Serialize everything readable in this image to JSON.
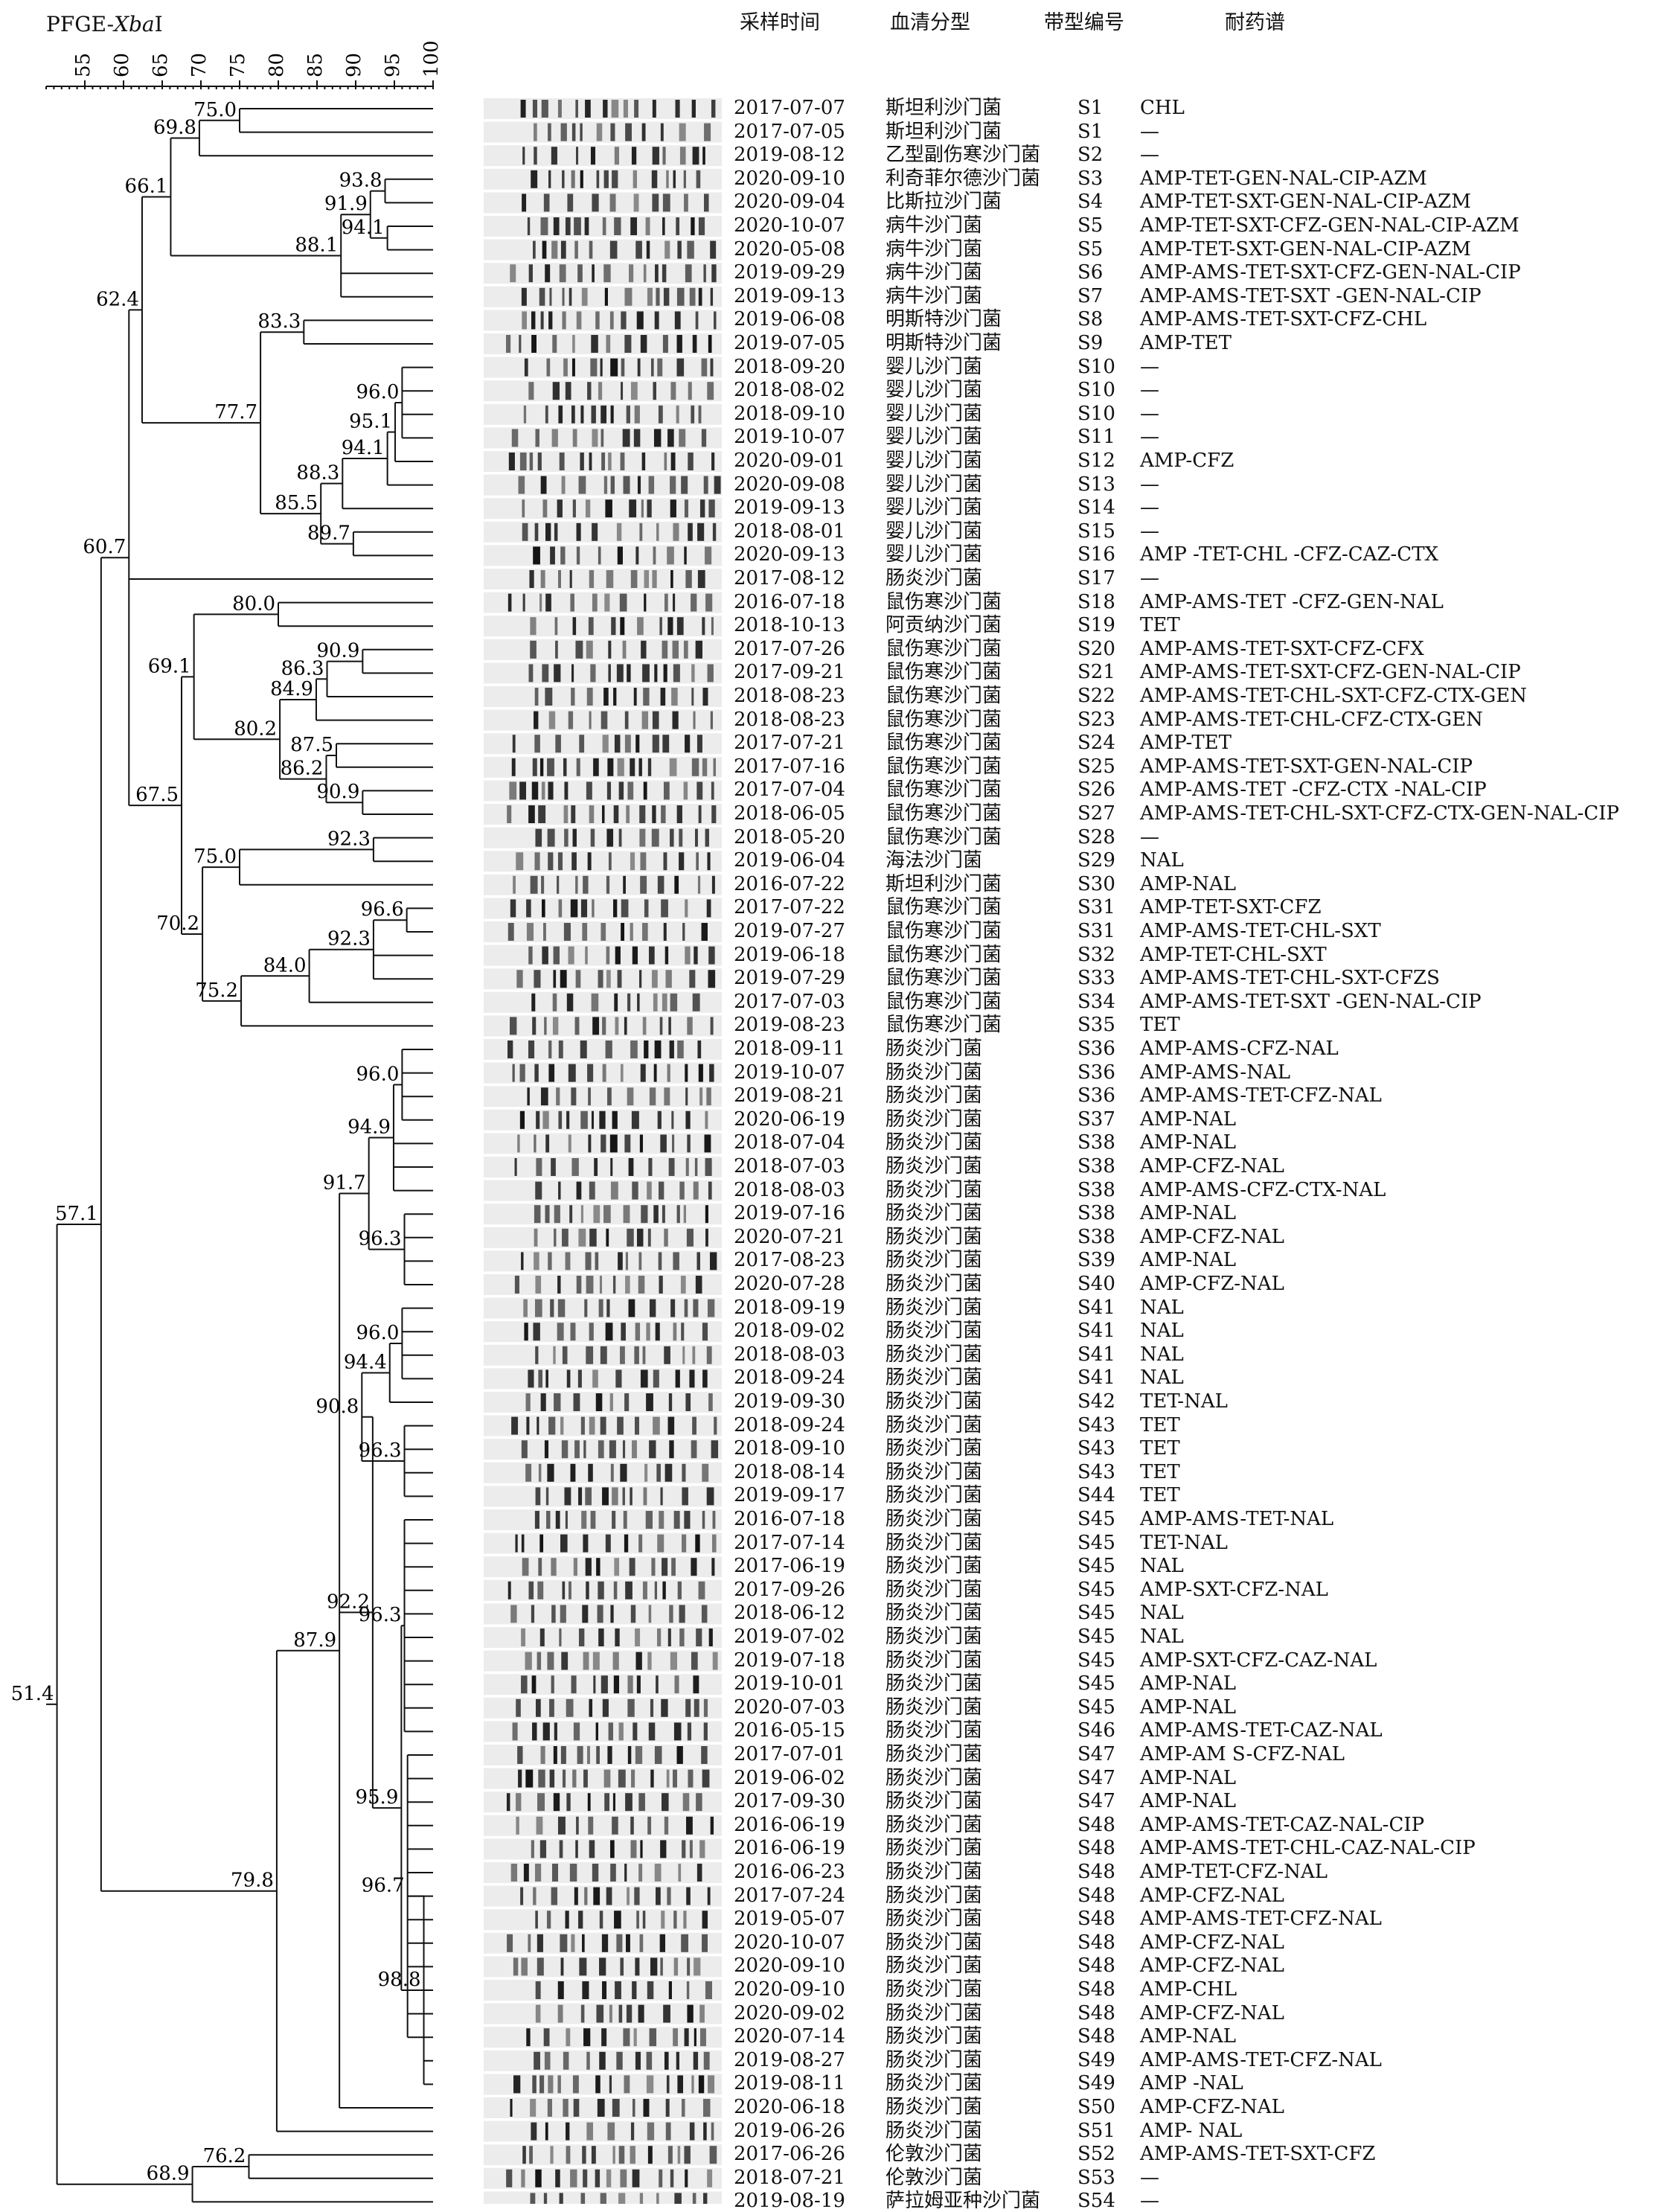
{
  "title": {
    "prefix": "PFGE-",
    "italic": "Xba",
    "suffix": "I"
  },
  "header": {
    "date": "采样时间",
    "serotype": "血清分型",
    "band": "带型编号",
    "resistance": "耐药谱"
  },
  "scale": {
    "ticks": [
      55,
      60,
      65,
      70,
      75,
      80,
      85,
      90,
      95,
      100
    ]
  },
  "rows": [
    {
      "date": "2017-07-07",
      "serotype": "斯坦利沙门菌",
      "band": "S1",
      "resistance": "CHL"
    },
    {
      "date": "2017-07-05",
      "serotype": "斯坦利沙门菌",
      "band": "S1",
      "resistance": "—"
    },
    {
      "date": "2019-08-12",
      "serotype": "乙型副伤寒沙门菌",
      "band": "S2",
      "resistance": "—"
    },
    {
      "date": "2020-09-10",
      "serotype": "利奇菲尔德沙门菌",
      "band": "S3",
      "resistance": "AMP-TET-GEN-NAL-CIP-AZM"
    },
    {
      "date": "2020-09-04",
      "serotype": "比斯拉沙门菌",
      "band": "S4",
      "resistance": "AMP-TET-SXT-GEN-NAL-CIP-AZM"
    },
    {
      "date": "2020-10-07",
      "serotype": "病牛沙门菌",
      "band": "S5",
      "resistance": "AMP-TET-SXT-CFZ-GEN-NAL-CIP-AZM"
    },
    {
      "date": "2020-05-08",
      "serotype": "病牛沙门菌",
      "band": "S5",
      "resistance": "AMP-TET-SXT-GEN-NAL-CIP-AZM"
    },
    {
      "date": "2019-09-29",
      "serotype": "病牛沙门菌",
      "band": "S6",
      "resistance": "AMP-AMS-TET-SXT-CFZ-GEN-NAL-CIP"
    },
    {
      "date": "2019-09-13",
      "serotype": "病牛沙门菌",
      "band": "S7",
      "resistance": "AMP-AMS-TET-SXT -GEN-NAL-CIP"
    },
    {
      "date": "2019-06-08",
      "serotype": "明斯特沙门菌",
      "band": "S8",
      "resistance": "AMP-AMS-TET-SXT-CFZ-CHL"
    },
    {
      "date": "2019-07-05",
      "serotype": "明斯特沙门菌",
      "band": "S9",
      "resistance": "AMP-TET"
    },
    {
      "date": "2018-09-20",
      "serotype": "婴儿沙门菌",
      "band": "S10",
      "resistance": "—"
    },
    {
      "date": "2018-08-02",
      "serotype": "婴儿沙门菌",
      "band": "S10",
      "resistance": "—"
    },
    {
      "date": "2018-09-10",
      "serotype": "婴儿沙门菌",
      "band": "S10",
      "resistance": "—"
    },
    {
      "date": "2019-10-07",
      "serotype": "婴儿沙门菌",
      "band": "S11",
      "resistance": "—"
    },
    {
      "date": "2020-09-01",
      "serotype": "婴儿沙门菌",
      "band": "S12",
      "resistance": "AMP-CFZ"
    },
    {
      "date": "2020-09-08",
      "serotype": "婴儿沙门菌",
      "band": "S13",
      "resistance": "—"
    },
    {
      "date": "2019-09-13",
      "serotype": "婴儿沙门菌",
      "band": "S14",
      "resistance": "—"
    },
    {
      "date": "2018-08-01",
      "serotype": "婴儿沙门菌",
      "band": "S15",
      "resistance": "—"
    },
    {
      "date": "2020-09-13",
      "serotype": "婴儿沙门菌",
      "band": "S16",
      "resistance": "AMP -TET-CHL -CFZ-CAZ-CTX"
    },
    {
      "date": "2017-08-12",
      "serotype": "肠炎沙门菌",
      "band": "S17",
      "resistance": "—"
    },
    {
      "date": "2016-07-18",
      "serotype": "鼠伤寒沙门菌",
      "band": "S18",
      "resistance": "AMP-AMS-TET -CFZ-GEN-NAL"
    },
    {
      "date": "2018-10-13",
      "serotype": "阿贡纳沙门菌",
      "band": "S19",
      "resistance": "TET"
    },
    {
      "date": "2017-07-26",
      "serotype": "鼠伤寒沙门菌",
      "band": "S20",
      "resistance": "AMP-AMS-TET-SXT-CFZ-CFX"
    },
    {
      "date": "2017-09-21",
      "serotype": "鼠伤寒沙门菌",
      "band": "S21",
      "resistance": "AMP-AMS-TET-SXT-CFZ-GEN-NAL-CIP"
    },
    {
      "date": "2018-08-23",
      "serotype": "鼠伤寒沙门菌",
      "band": "S22",
      "resistance": "AMP-AMS-TET-CHL-SXT-CFZ-CTX-GEN"
    },
    {
      "date": "2018-08-23",
      "serotype": "鼠伤寒沙门菌",
      "band": "S23",
      "resistance": "AMP-AMS-TET-CHL-CFZ-CTX-GEN"
    },
    {
      "date": "2017-07-21",
      "serotype": "鼠伤寒沙门菌",
      "band": "S24",
      "resistance": "AMP-TET"
    },
    {
      "date": "2017-07-16",
      "serotype": "鼠伤寒沙门菌",
      "band": "S25",
      "resistance": "AMP-AMS-TET-SXT-GEN-NAL-CIP"
    },
    {
      "date": "2017-07-04",
      "serotype": "鼠伤寒沙门菌",
      "band": "S26",
      "resistance": "AMP-AMS-TET -CFZ-CTX -NAL-CIP"
    },
    {
      "date": "2018-06-05",
      "serotype": "鼠伤寒沙门菌",
      "band": "S27",
      "resistance": "AMP-AMS-TET-CHL-SXT-CFZ-CTX-GEN-NAL-CIP"
    },
    {
      "date": "2018-05-20",
      "serotype": "鼠伤寒沙门菌",
      "band": "S28",
      "resistance": "—"
    },
    {
      "date": "2019-06-04",
      "serotype": "海法沙门菌",
      "band": "S29",
      "resistance": "NAL"
    },
    {
      "date": "2016-07-22",
      "serotype": "斯坦利沙门菌",
      "band": "S30",
      "resistance": "AMP-NAL"
    },
    {
      "date": "2017-07-22",
      "serotype": "鼠伤寒沙门菌",
      "band": "S31",
      "resistance": "AMP-TET-SXT-CFZ"
    },
    {
      "date": "2019-07-27",
      "serotype": "鼠伤寒沙门菌",
      "band": "S31",
      "resistance": "AMP-AMS-TET-CHL-SXT"
    },
    {
      "date": "2019-06-18",
      "serotype": "鼠伤寒沙门菌",
      "band": "S32",
      "resistance": "AMP-TET-CHL-SXT"
    },
    {
      "date": "2019-07-29",
      "serotype": "鼠伤寒沙门菌",
      "band": "S33",
      "resistance": "AMP-AMS-TET-CHL-SXT-CFZS"
    },
    {
      "date": "2017-07-03",
      "serotype": "鼠伤寒沙门菌",
      "band": "S34",
      "resistance": "AMP-AMS-TET-SXT -GEN-NAL-CIP"
    },
    {
      "date": "2019-08-23",
      "serotype": "鼠伤寒沙门菌",
      "band": "S35",
      "resistance": "TET"
    },
    {
      "date": "2018-09-11",
      "serotype": "肠炎沙门菌",
      "band": "S36",
      "resistance": "AMP-AMS-CFZ-NAL"
    },
    {
      "date": "2019-10-07",
      "serotype": "肠炎沙门菌",
      "band": "S36",
      "resistance": "AMP-AMS-NAL"
    },
    {
      "date": "2019-08-21",
      "serotype": "肠炎沙门菌",
      "band": "S36",
      "resistance": "AMP-AMS-TET-CFZ-NAL"
    },
    {
      "date": "2020-06-19",
      "serotype": "肠炎沙门菌",
      "band": "S37",
      "resistance": "AMP-NAL"
    },
    {
      "date": "2018-07-04",
      "serotype": "肠炎沙门菌",
      "band": "S38",
      "resistance": "AMP-NAL"
    },
    {
      "date": "2018-07-03",
      "serotype": "肠炎沙门菌",
      "band": "S38",
      "resistance": "AMP-CFZ-NAL"
    },
    {
      "date": "2018-08-03",
      "serotype": "肠炎沙门菌",
      "band": "S38",
      "resistance": "AMP-AMS-CFZ-CTX-NAL"
    },
    {
      "date": "2019-07-16",
      "serotype": "肠炎沙门菌",
      "band": "S38",
      "resistance": "AMP-NAL"
    },
    {
      "date": "2020-07-21",
      "serotype": "肠炎沙门菌",
      "band": "S38",
      "resistance": "AMP-CFZ-NAL"
    },
    {
      "date": "2017-08-23",
      "serotype": "肠炎沙门菌",
      "band": "S39",
      "resistance": "AMP-NAL"
    },
    {
      "date": "2020-07-28",
      "serotype": "肠炎沙门菌",
      "band": "S40",
      "resistance": "AMP-CFZ-NAL"
    },
    {
      "date": "2018-09-19",
      "serotype": "肠炎沙门菌",
      "band": "S41",
      "resistance": "NAL"
    },
    {
      "date": "2018-09-02",
      "serotype": "肠炎沙门菌",
      "band": "S41",
      "resistance": "NAL"
    },
    {
      "date": "2018-08-03",
      "serotype": "肠炎沙门菌",
      "band": "S41",
      "resistance": "NAL"
    },
    {
      "date": "2018-09-24",
      "serotype": "肠炎沙门菌",
      "band": "S41",
      "resistance": "NAL"
    },
    {
      "date": "2019-09-30",
      "serotype": "肠炎沙门菌",
      "band": "S42",
      "resistance": "TET-NAL"
    },
    {
      "date": "2018-09-24",
      "serotype": "肠炎沙门菌",
      "band": "S43",
      "resistance": "TET"
    },
    {
      "date": "2018-09-10",
      "serotype": "肠炎沙门菌",
      "band": "S43",
      "resistance": "TET"
    },
    {
      "date": "2018-08-14",
      "serotype": "肠炎沙门菌",
      "band": "S43",
      "resistance": "TET"
    },
    {
      "date": "2019-09-17",
      "serotype": "肠炎沙门菌",
      "band": "S44",
      "resistance": "TET"
    },
    {
      "date": "2016-07-18",
      "serotype": "肠炎沙门菌",
      "band": "S45",
      "resistance": "AMP-AMS-TET-NAL"
    },
    {
      "date": "2017-07-14",
      "serotype": "肠炎沙门菌",
      "band": "S45",
      "resistance": "TET-NAL"
    },
    {
      "date": "2017-06-19",
      "serotype": "肠炎沙门菌",
      "band": "S45",
      "resistance": "NAL"
    },
    {
      "date": "2017-09-26",
      "serotype": "肠炎沙门菌",
      "band": "S45",
      "resistance": "AMP-SXT-CFZ-NAL"
    },
    {
      "date": "2018-06-12",
      "serotype": "肠炎沙门菌",
      "band": "S45",
      "resistance": "NAL"
    },
    {
      "date": "2019-07-02",
      "serotype": "肠炎沙门菌",
      "band": "S45",
      "resistance": "NAL"
    },
    {
      "date": "2019-07-18",
      "serotype": "肠炎沙门菌",
      "band": "S45",
      "resistance": "AMP-SXT-CFZ-CAZ-NAL"
    },
    {
      "date": "2019-10-01",
      "serotype": "肠炎沙门菌",
      "band": "S45",
      "resistance": "AMP-NAL"
    },
    {
      "date": "2020-07-03",
      "serotype": "肠炎沙门菌",
      "band": "S45",
      "resistance": "AMP-NAL"
    },
    {
      "date": "2016-05-15",
      "serotype": "肠炎沙门菌",
      "band": "S46",
      "resistance": "AMP-AMS-TET-CAZ-NAL"
    },
    {
      "date": "2017-07-01",
      "serotype": "肠炎沙门菌",
      "band": "S47",
      "resistance": "AMP-AM S-CFZ-NAL"
    },
    {
      "date": "2019-06-02",
      "serotype": "肠炎沙门菌",
      "band": "S47",
      "resistance": "AMP-NAL"
    },
    {
      "date": "2017-09-30",
      "serotype": "肠炎沙门菌",
      "band": "S47",
      "resistance": "AMP-NAL"
    },
    {
      "date": "2016-06-19",
      "serotype": "肠炎沙门菌",
      "band": "S48",
      "resistance": "AMP-AMS-TET-CAZ-NAL-CIP"
    },
    {
      "date": "2016-06-19",
      "serotype": "肠炎沙门菌",
      "band": "S48",
      "resistance": "AMP-AMS-TET-CHL-CAZ-NAL-CIP"
    },
    {
      "date": "2016-06-23",
      "serotype": "肠炎沙门菌",
      "band": "S48",
      "resistance": "AMP-TET-CFZ-NAL"
    },
    {
      "date": "2017-07-24",
      "serotype": "肠炎沙门菌",
      "band": "S48",
      "resistance": "AMP-CFZ-NAL"
    },
    {
      "date": "2019-05-07",
      "serotype": "肠炎沙门菌",
      "band": "S48",
      "resistance": "AMP-AMS-TET-CFZ-NAL"
    },
    {
      "date": "2020-10-07",
      "serotype": "肠炎沙门菌",
      "band": "S48",
      "resistance": "AMP-CFZ-NAL"
    },
    {
      "date": "2020-09-10",
      "serotype": "肠炎沙门菌",
      "band": "S48",
      "resistance": "AMP-CFZ-NAL"
    },
    {
      "date": "2020-09-10",
      "serotype": "肠炎沙门菌",
      "band": "S48",
      "resistance": "AMP-CHL"
    },
    {
      "date": "2020-09-02",
      "serotype": "肠炎沙门菌",
      "band": "S48",
      "resistance": "AMP-CFZ-NAL"
    },
    {
      "date": "2020-07-14",
      "serotype": "肠炎沙门菌",
      "band": "S48",
      "resistance": "AMP-NAL"
    },
    {
      "date": "2019-08-27",
      "serotype": "肠炎沙门菌",
      "band": "S49",
      "resistance": "AMP-AMS-TET-CFZ-NAL"
    },
    {
      "date": "2019-08-11",
      "serotype": "肠炎沙门菌",
      "band": "S49",
      "resistance": "AMP -NAL"
    },
    {
      "date": "2020-06-18",
      "serotype": "肠炎沙门菌",
      "band": "S50",
      "resistance": "AMP-CFZ-NAL"
    },
    {
      "date": "2019-06-26",
      "serotype": "肠炎沙门菌",
      "band": "S51",
      "resistance": "AMP- NAL"
    },
    {
      "date": "2017-06-26",
      "serotype": "伦敦沙门菌",
      "band": "S52",
      "resistance": "AMP-AMS-TET-SXT-CFZ"
    },
    {
      "date": "2018-07-21",
      "serotype": "伦敦沙门菌",
      "band": "S53",
      "resistance": "—"
    },
    {
      "date": "2019-08-19",
      "serotype": "萨拉姆亚种沙门菌",
      "band": "S54",
      "resistance": "—"
    }
  ],
  "dendrogram": {
    "nodes": [
      {
        "id": "A1",
        "sim": 75.0,
        "children": [
          0,
          1
        ],
        "label": "75.0"
      },
      {
        "id": "A2",
        "sim": 69.8,
        "children": [
          "A1",
          2
        ],
        "label": "69.8"
      },
      {
        "id": "A3",
        "sim": 93.8,
        "children": [
          3,
          4
        ],
        "label": "93.8"
      },
      {
        "id": "A4",
        "sim": 94.1,
        "children": [
          5,
          6
        ],
        "label": "94.1"
      },
      {
        "id": "A5",
        "sim": 91.9,
        "children": [
          "A3",
          "A4"
        ],
        "label": "91.9"
      },
      {
        "id": "A6",
        "sim": 88.1,
        "children": [
          "A5",
          7,
          8
        ],
        "label": "88.1"
      },
      {
        "id": "A7",
        "sim": 66.1,
        "children": [
          "A2",
          "A6"
        ],
        "label": "66.1"
      },
      {
        "id": "B1",
        "sim": 83.3,
        "children": [
          9,
          10
        ],
        "label": "83.3"
      },
      {
        "id": "B2",
        "sim": 96.0,
        "children": [
          11,
          12,
          13,
          14
        ],
        "label": "96.0"
      },
      {
        "id": "B3",
        "sim": 95.1,
        "children": [
          "B2",
          15
        ],
        "label": "95.1"
      },
      {
        "id": "B4",
        "sim": 94.1,
        "children": [
          "B3",
          16
        ],
        "label": "94.1"
      },
      {
        "id": "B5",
        "sim": 88.3,
        "children": [
          "B4",
          17
        ],
        "label": "88.3"
      },
      {
        "id": "B6",
        "sim": 89.7,
        "children": [
          18,
          19
        ],
        "label": "89.7"
      },
      {
        "id": "B7",
        "sim": 85.5,
        "children": [
          "B5",
          "B6"
        ],
        "label": "85.5"
      },
      {
        "id": "B8",
        "sim": 77.7,
        "children": [
          "B1",
          "B7"
        ],
        "label": "77.7"
      },
      {
        "id": "B9",
        "sim": 62.4,
        "children": [
          "A7",
          "B8"
        ],
        "label": "62.4"
      },
      {
        "id": "C1",
        "sim": 80.0,
        "children": [
          21,
          22
        ],
        "label": "80.0"
      },
      {
        "id": "C2",
        "sim": 90.9,
        "children": [
          23,
          24
        ],
        "label": "90.9"
      },
      {
        "id": "C3",
        "sim": 86.3,
        "children": [
          "C2",
          25
        ],
        "label": "86.3"
      },
      {
        "id": "C4",
        "sim": 84.9,
        "children": [
          "C3",
          26
        ],
        "label": "84.9"
      },
      {
        "id": "C5",
        "sim": 87.5,
        "children": [
          27,
          28
        ],
        "label": "87.5"
      },
      {
        "id": "C6",
        "sim": 90.9,
        "children": [
          29,
          30
        ],
        "label": "90.9"
      },
      {
        "id": "C7",
        "sim": 86.2,
        "children": [
          "C5",
          "C6"
        ],
        "label": "86.2"
      },
      {
        "id": "C8",
        "sim": 80.2,
        "children": [
          "C4",
          "C7"
        ],
        "label": "80.2"
      },
      {
        "id": "C9",
        "sim": 69.1,
        "children": [
          "C1",
          "C8"
        ],
        "label": "69.1"
      },
      {
        "id": "D1",
        "sim": 92.3,
        "children": [
          31,
          32
        ],
        "label": "92.3"
      },
      {
        "id": "D2",
        "sim": 75.0,
        "children": [
          "D1",
          33
        ],
        "label": "75.0"
      },
      {
        "id": "D3",
        "sim": 96.6,
        "children": [
          34,
          35
        ],
        "label": "96.6"
      },
      {
        "id": "D4",
        "sim": 92.3,
        "children": [
          "D3",
          36,
          37
        ],
        "label": "92.3"
      },
      {
        "id": "D5",
        "sim": 84.0,
        "children": [
          "D4",
          38
        ],
        "label": "84.0"
      },
      {
        "id": "D6",
        "sim": 75.2,
        "children": [
          "D5",
          39
        ],
        "label": "75.2"
      },
      {
        "id": "D7",
        "sim": 70.2,
        "children": [
          "D2",
          "D6"
        ],
        "label": "70.2"
      },
      {
        "id": "D8",
        "sim": 67.5,
        "children": [
          "C9",
          "D7"
        ],
        "label": "67.5"
      },
      {
        "id": "D9",
        "sim": 60.7,
        "children": [
          "B9",
          20,
          "D8"
        ],
        "label": "60.7"
      },
      {
        "id": "E1",
        "sim": 96.0,
        "children": [
          40,
          41,
          42,
          43
        ],
        "label": "96.0"
      },
      {
        "id": "E2",
        "sim": 94.9,
        "children": [
          "E1",
          44,
          45,
          46
        ],
        "label": "94.9"
      },
      {
        "id": "E3",
        "sim": 96.3,
        "children": [
          47,
          48,
          49,
          50
        ],
        "label": "96.3"
      },
      {
        "id": "E4",
        "sim": 91.7,
        "children": [
          "E2",
          "E3"
        ],
        "label": "91.7"
      },
      {
        "id": "E5",
        "sim": 96.0,
        "children": [
          51,
          52,
          53,
          54
        ],
        "label": "96.0"
      },
      {
        "id": "E6",
        "sim": 94.4,
        "children": [
          "E5",
          55
        ],
        "label": "94.4"
      },
      {
        "id": "E7",
        "sim": 96.3,
        "children": [
          56,
          57,
          58,
          59
        ],
        "label": "96.3"
      },
      {
        "id": "E8",
        "sim": 90.8,
        "children": [
          "E6",
          "E7"
        ],
        "label": "90.8"
      },
      {
        "id": "E9",
        "sim": 96.3,
        "children": [
          60,
          61,
          62,
          63,
          64,
          65,
          66,
          67,
          68,
          69
        ],
        "label": "96.3"
      },
      {
        "id": "F1",
        "sim": 96.7,
        "children": [
          70,
          71,
          72,
          73,
          74,
          75,
          76,
          77,
          78,
          79,
          80,
          81,
          82
        ],
        "label": "96.7"
      },
      {
        "id": "F2",
        "sim": 98.8,
        "children": [
          "F1",
          83,
          84
        ],
        "label": "98.8"
      },
      {
        "id": "F3",
        "sim": 95.9,
        "children": [
          "E9",
          "F2"
        ],
        "label": "95.9"
      },
      {
        "id": "F4",
        "sim": 92.2,
        "children": [
          "E8",
          "F3"
        ],
        "label": "92.2"
      },
      {
        "id": "F5",
        "sim": 87.9,
        "children": [
          "E4",
          "F4",
          85
        ],
        "label": "87.9"
      },
      {
        "id": "F6",
        "sim": 79.8,
        "children": [
          "F5",
          86
        ],
        "label": "79.8"
      },
      {
        "id": "G0",
        "sim": 57.1,
        "children": [
          "D9",
          "F6"
        ],
        "label": "57.1"
      },
      {
        "id": "G1",
        "sim": 76.2,
        "children": [
          87,
          88
        ],
        "label": "76.2"
      },
      {
        "id": "G2",
        "sim": 68.9,
        "children": [
          "G1",
          89
        ],
        "label": "68.9"
      },
      {
        "id": "G3",
        "sim": 51.4,
        "children": [
          "G0",
          "G2"
        ],
        "label": "51.4"
      }
    ]
  }
}
